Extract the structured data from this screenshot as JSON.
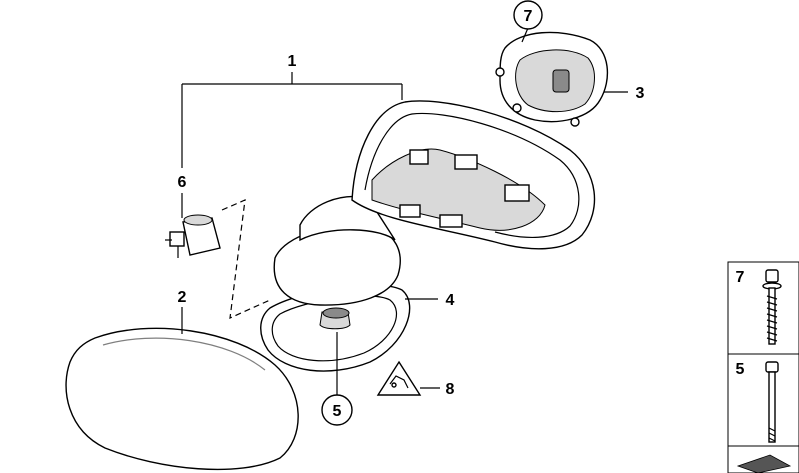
{
  "callouts": [
    {
      "id": "c1",
      "label": "1",
      "circled": false
    },
    {
      "id": "c2",
      "label": "2",
      "circled": false
    },
    {
      "id": "c3",
      "label": "3",
      "circled": false
    },
    {
      "id": "c4",
      "label": "4",
      "circled": false
    },
    {
      "id": "c5",
      "label": "5",
      "circled": true
    },
    {
      "id": "c6",
      "label": "6",
      "circled": false
    },
    {
      "id": "c7",
      "label": "7",
      "circled": true
    },
    {
      "id": "c8",
      "label": "8",
      "circled": false
    }
  ],
  "side_panel": {
    "items": [
      {
        "label": "7",
        "part": "screw-with-washer"
      },
      {
        "label": "5",
        "part": "screw"
      }
    ]
  },
  "colors": {
    "line": "#000000",
    "background": "#ffffff",
    "shade": "#d9d9d9",
    "footer_arrow": "#555555"
  }
}
